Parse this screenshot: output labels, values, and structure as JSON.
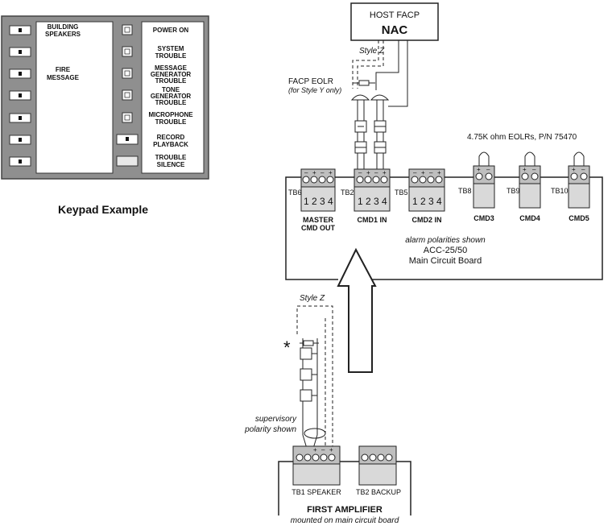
{
  "keypad": {
    "title": "Keypad Example",
    "left_labels": [
      [
        "BUILDING",
        "SPEAKERS"
      ],
      [
        "FIRE",
        "MESSAGE"
      ]
    ],
    "right_labels": [
      [
        "POWER ON"
      ],
      [
        "SYSTEM",
        "TROUBLE"
      ],
      [
        "MESSAGE",
        "GENERATOR",
        "TROUBLE"
      ],
      [
        "TONE",
        "GENERATOR",
        "TROUBLE"
      ],
      [
        "MICROPHONE",
        "TROUBLE"
      ],
      [
        "RECORD",
        "PLAYBACK"
      ],
      [
        "TROUBLE",
        "SILENCE"
      ]
    ]
  },
  "host": {
    "line1": "HOST FACP",
    "line2": "NAC"
  },
  "labels": {
    "style_z_top": "Style Z",
    "style_z_bottom": "Style Z",
    "facp_eolr_1": "FACP EOLR",
    "facp_eolr_2": "(for Style Y only)",
    "eolrs": "4.75K ohm EOLRs, P/N 75470",
    "alarm_polarities": "alarm polarities shown",
    "board_model": "ACC-25/50",
    "board_name": "Main Circuit Board",
    "asterisk": "*",
    "supervisory_1": "supervisory",
    "supervisory_2": "polarity shown",
    "first_amp": "FIRST AMPLIFIER",
    "first_amp_sub": "mounted on main circuit board"
  },
  "terminals": {
    "tb6": "TB6",
    "tb2": "TB2",
    "tb5": "TB5",
    "tb8": "TB8",
    "tb9": "TB9",
    "tb10": "TB10",
    "nums": [
      "1",
      "2",
      "3",
      "4"
    ],
    "master1": "MASTER",
    "master2": "CMD OUT",
    "cmd1in": "CMD1 IN",
    "cmd2in": "CMD2 IN",
    "cmd3": "CMD3",
    "cmd4": "CMD4",
    "cmd5": "CMD5",
    "plus": "+",
    "minus": "–",
    "amp_tb1": "TB1  SPEAKER",
    "amp_tb2": "TB2  BACKUP"
  }
}
